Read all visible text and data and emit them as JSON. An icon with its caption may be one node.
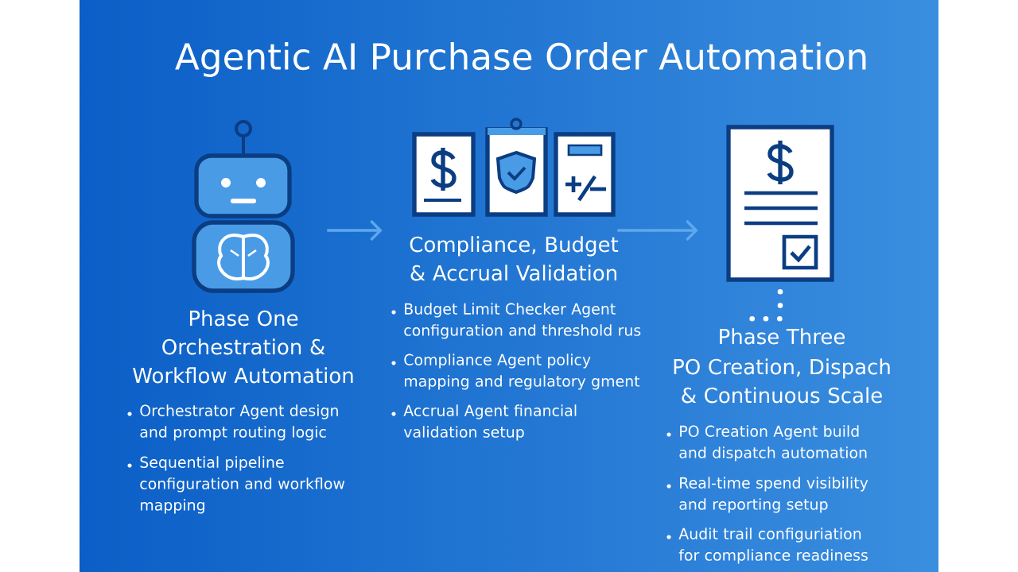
{
  "diagram": {
    "title": "Agentic AI Purchase Order Automation",
    "nodes": [
      {
        "text": [],
        "shape": "picture",
        "beside": [
          "Phase One",
          "Orchestration  & Workflow Automation",
          "Orchestrator Agent design and prompt routing logic",
          "Sequential pipeline configuration and workflow mapping"
        ]
      },
      {
        "text": [],
        "shape": "picture",
        "beside": [
          "Compliance, Budget & Accrual Validation",
          "Budget Limit Checker Agent configuration and threshold rus",
          "Compliance Agent policy mapping and regulatory gment",
          "Accrual Agent financial validation setup"
        ]
      },
      {
        "text": [],
        "shape": "picture",
        "beside": [
          "Phase Three",
          "PO Creation, Dispach & Continuous Scale",
          "PO Creation Agent build and dispatch automation",
          "Real-time spend visibility and reporting setup",
          "Audit trail configuriation for compliance readiness"
        ]
      }
    ],
    "edges": [
      {
        "from": 0,
        "to": 1,
        "arrow": "to"
      },
      {
        "from": 1,
        "to": 2,
        "arrow": "to"
      },
      {
        "from": 2,
        "to": null,
        "arrow": "none",
        "style": "dashed",
        "color": "#ffffff"
      }
    ]
  }
}
